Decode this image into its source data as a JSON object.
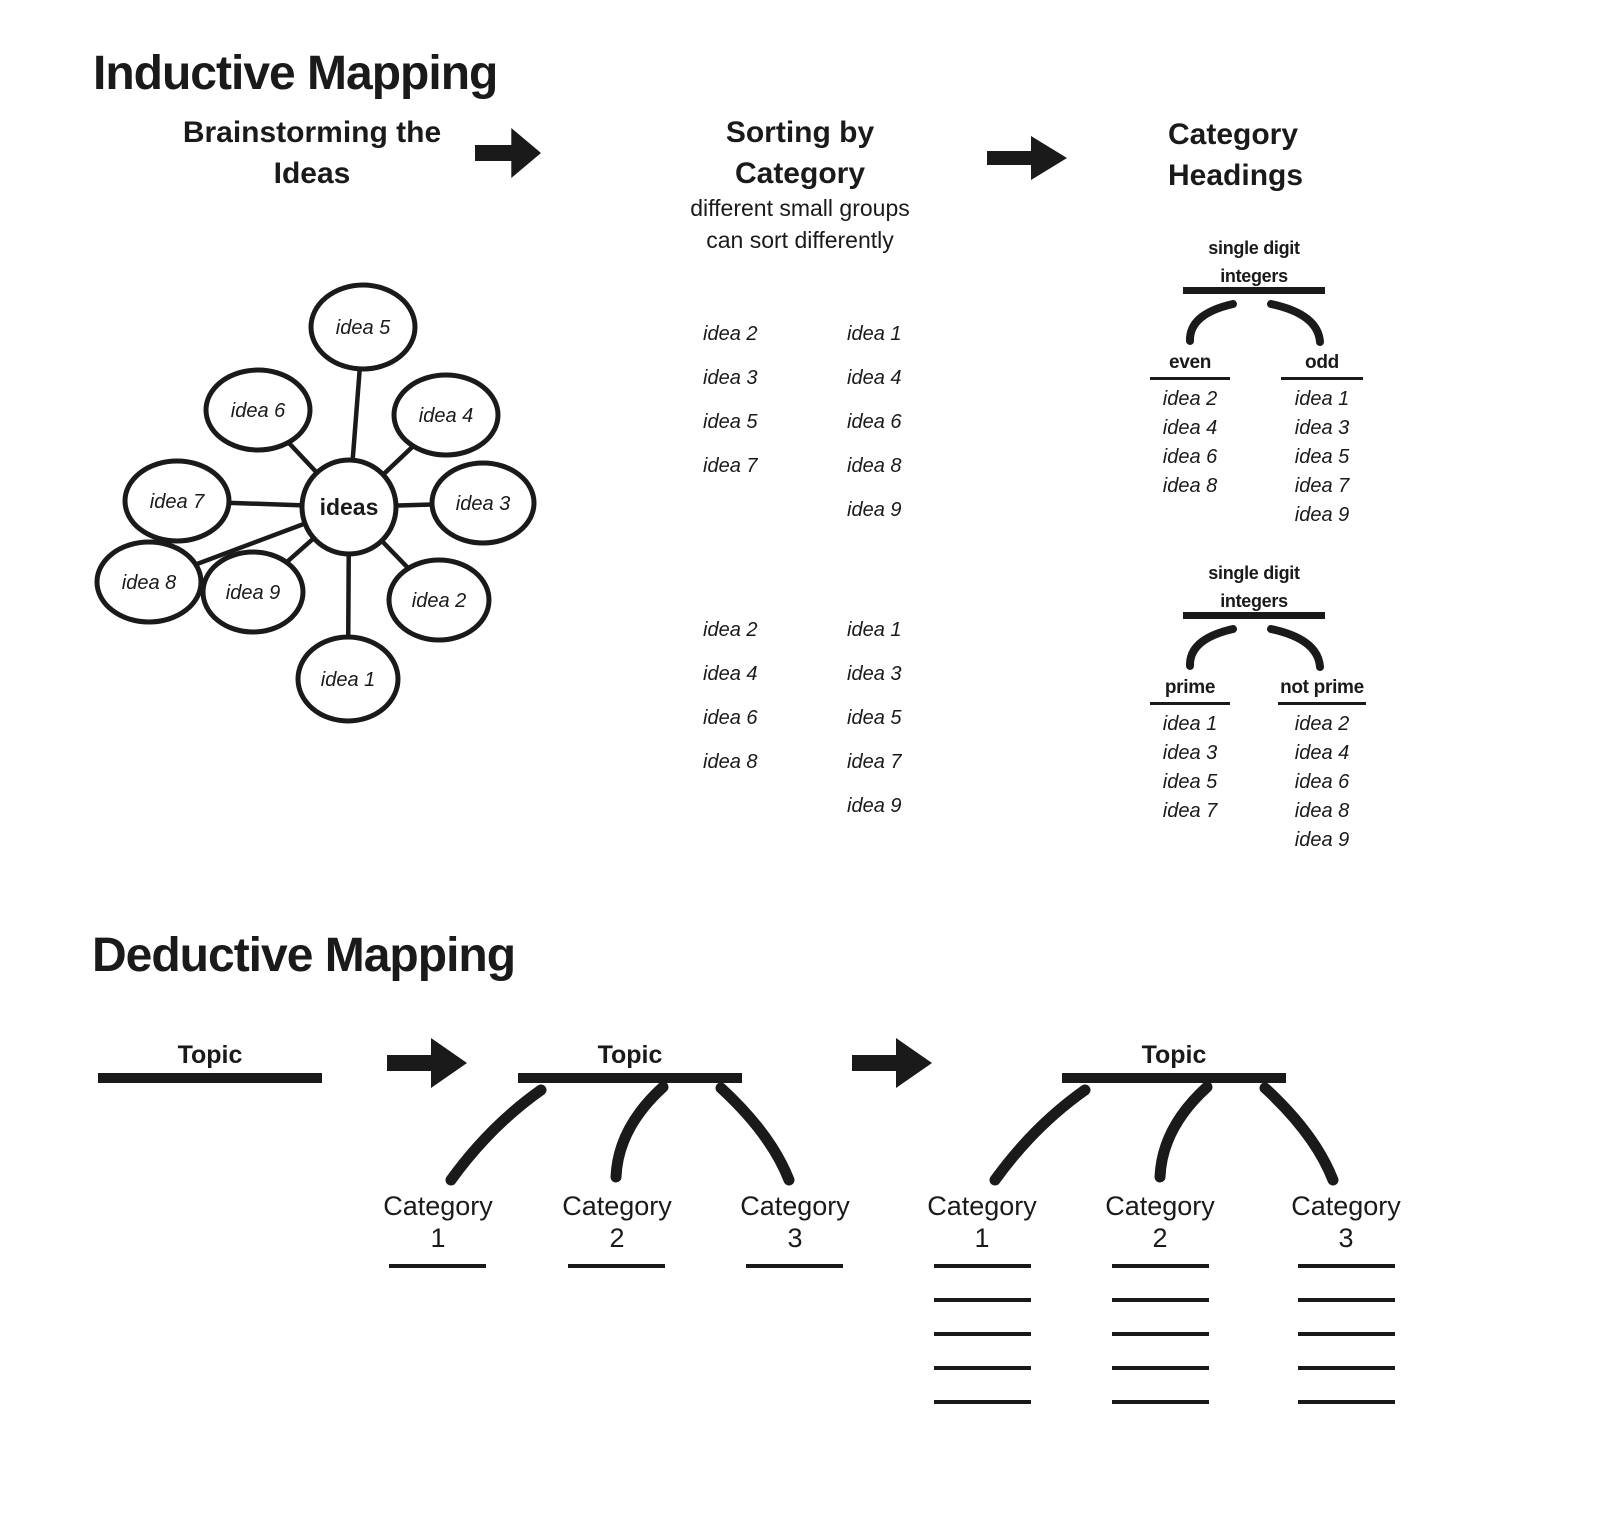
{
  "page": {
    "background": "#ffffff",
    "ink": "#1a1a1a"
  },
  "inductive": {
    "title": "Inductive Mapping",
    "brainstorm": {
      "heading_line1": "Brainstorming the",
      "heading_line2": "Ideas",
      "center_label": "ideas",
      "nodes": [
        "idea 1",
        "idea 2",
        "idea 3",
        "idea 4",
        "idea 5",
        "idea 6",
        "idea 7",
        "idea 8",
        "idea 9"
      ]
    },
    "sorting": {
      "heading_line1": "Sorting by",
      "heading_line2": "Category",
      "note_line1": "different small groups",
      "note_line2": "can sort differently",
      "group1": {
        "col1": [
          "idea 2",
          "idea 3",
          "idea 5",
          "idea 7"
        ],
        "col2": [
          "idea 1",
          "idea 4",
          "idea 6",
          "idea 8",
          "idea 9"
        ]
      },
      "group2": {
        "col1": [
          "idea 2",
          "idea 4",
          "idea 6",
          "idea 8"
        ],
        "col2": [
          "idea 1",
          "idea 3",
          "idea 5",
          "idea 7",
          "idea 9"
        ]
      }
    },
    "category_headings": {
      "heading_line1": "Category",
      "heading_line2": "Headings",
      "trees": [
        {
          "root_line1": "single digit",
          "root_line2": "integers",
          "left_label": "even",
          "left_items": [
            "idea 2",
            "idea 4",
            "idea 6",
            "idea 8"
          ],
          "right_label": "odd",
          "right_items": [
            "idea 1",
            "idea 3",
            "idea 5",
            "idea 7",
            "idea 9"
          ]
        },
        {
          "root_line1": "single digit",
          "root_line2": "integers",
          "left_label": "prime",
          "left_items": [
            "idea 1",
            "idea 3",
            "idea 5",
            "idea 7"
          ],
          "right_label": "not prime",
          "right_items": [
            "idea 2",
            "idea 4",
            "idea 6",
            "idea 8",
            "idea 9"
          ]
        }
      ]
    }
  },
  "deductive": {
    "title": "Deductive Mapping",
    "maps": [
      {
        "topic": "Topic"
      },
      {
        "topic": "Topic",
        "categories": [
          {
            "line1": "Category",
            "line2": "1"
          },
          {
            "line1": "Category",
            "line2": "2"
          },
          {
            "line1": "Category",
            "line2": "3"
          }
        ]
      },
      {
        "topic": "Topic",
        "categories": [
          {
            "line1": "Category",
            "line2": "1"
          },
          {
            "line1": "Category",
            "line2": "2"
          },
          {
            "line1": "Category",
            "line2": "3"
          }
        ]
      }
    ]
  }
}
